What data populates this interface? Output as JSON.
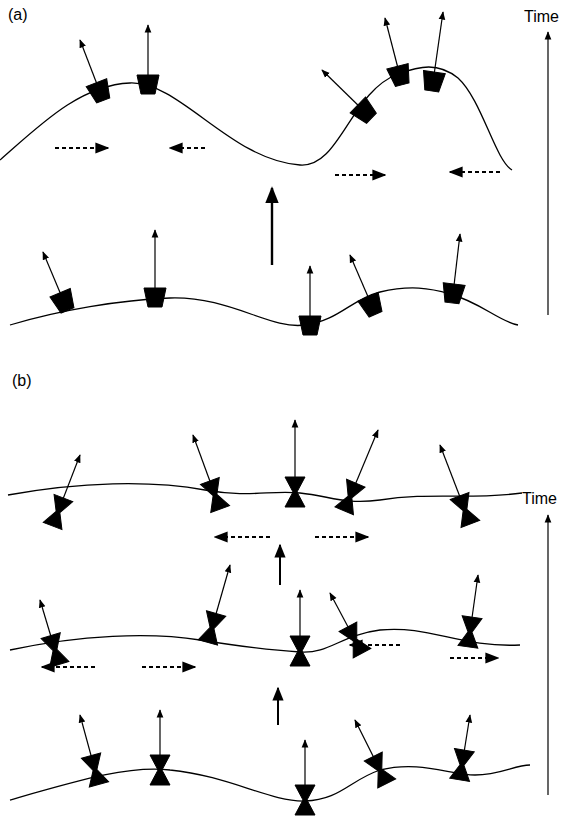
{
  "diagram": {
    "labels": [
      "(a)",
      "Time",
      "(b)",
      "Time"
    ]
  }
}
